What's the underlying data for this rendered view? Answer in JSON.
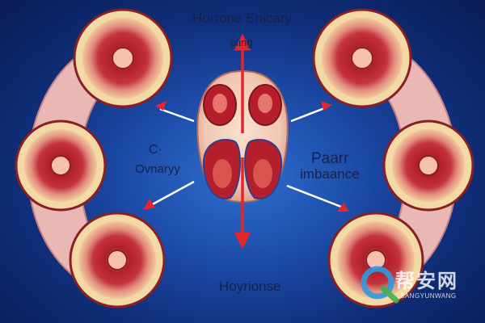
{
  "diagram": {
    "title": "Horrone Enicary",
    "subtitle": "piing",
    "left_label_top": "C·",
    "left_label_bottom": "Ovnaryy",
    "right_label_top": "Paarr",
    "right_label_bottom": "imbaance",
    "bottom_label": "Hoyrionse"
  },
  "watermark": {
    "chinese_text": "帮安网",
    "latin_text": "BANGYUNWANG"
  },
  "colors": {
    "background_center": "#2f6fd0",
    "background_edge": "#0a1d55",
    "arrow": "#e3262c",
    "tissue_outer": "#f3d9a6",
    "tissue_red": "#b8242e",
    "tissue_core": "#f6b9a7"
  }
}
